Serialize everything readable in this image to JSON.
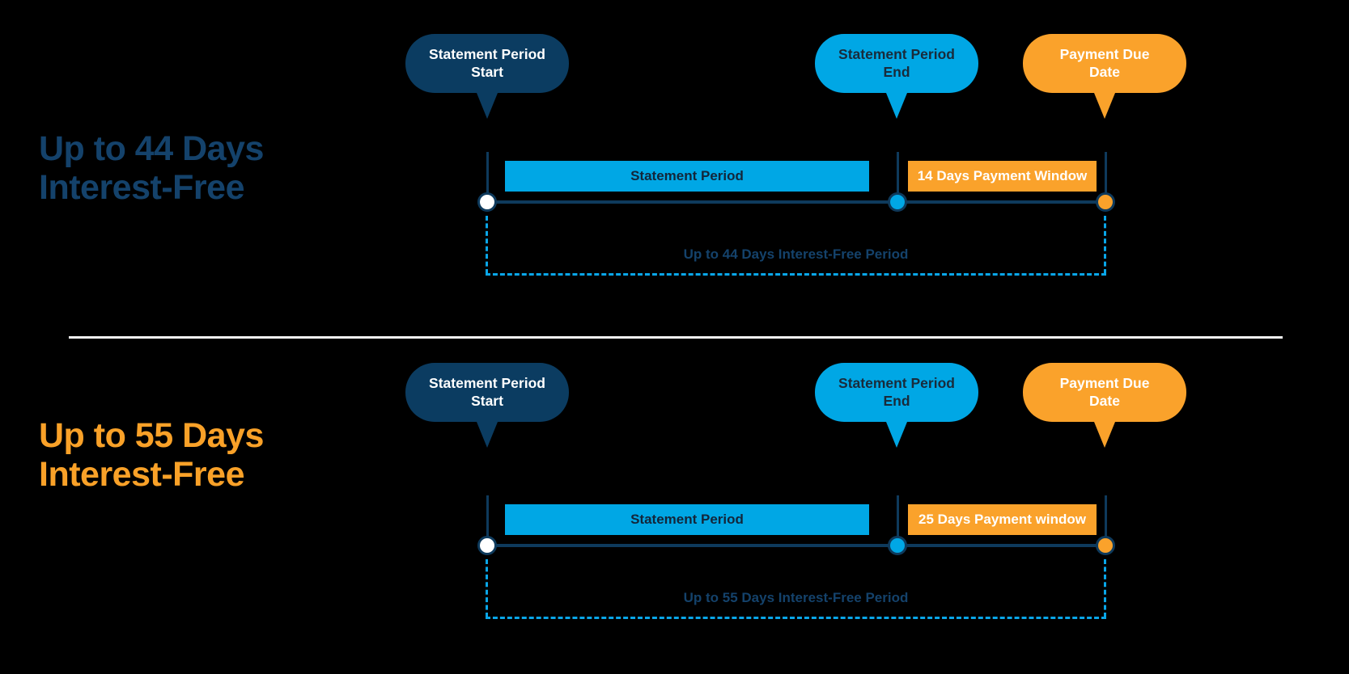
{
  "colors": {
    "background": "#000000",
    "navy": "#0b3c61",
    "navy_dark": "#0e3a5c",
    "navy_text": "#14426b",
    "cyan": "#00a7e5",
    "cyan_dash": "#09a6e8",
    "orange": "#faa22b",
    "orange_heading": "#f9a128",
    "white": "#ffffff",
    "divider": "#f2f2f2"
  },
  "sections": [
    {
      "id": "44",
      "heading": "Up to 44 Days\nInterest-Free",
      "heading_color": "#14426b",
      "bubbles": [
        {
          "label": "Statement Period\nStart",
          "style": "navy"
        },
        {
          "label": "Statement Period\nEnd",
          "style": "cyan"
        },
        {
          "label": "Payment Due\nDate",
          "style": "orange"
        }
      ],
      "bars": [
        {
          "label": "Statement Period",
          "style": "cyan"
        },
        {
          "label": "14 Days Payment Window",
          "style": "orange"
        }
      ],
      "nodes": [
        {
          "name": "statement-period-start-node",
          "style": "white"
        },
        {
          "name": "statement-period-end-node",
          "style": "cyan"
        },
        {
          "name": "payment-due-date-node",
          "style": "orange"
        }
      ],
      "bracket_label": "Up to 44 Days Interest-Free Period"
    },
    {
      "id": "55",
      "heading": "Up to 55 Days\nInterest-Free",
      "heading_color": "#f9a128",
      "bubbles": [
        {
          "label": "Statement Period\nStart",
          "style": "navy"
        },
        {
          "label": "Statement Period\nEnd",
          "style": "cyan"
        },
        {
          "label": "Payment Due\nDate",
          "style": "orange"
        }
      ],
      "bars": [
        {
          "label": "Statement Period",
          "style": "cyan"
        },
        {
          "label": "25 Days Payment window",
          "style": "orange"
        }
      ],
      "nodes": [
        {
          "name": "statement-period-start-node",
          "style": "white"
        },
        {
          "name": "statement-period-end-node",
          "style": "cyan"
        },
        {
          "name": "payment-due-date-node",
          "style": "orange"
        }
      ],
      "bracket_label": "Up to 55 Days Interest-Free Period"
    }
  ]
}
